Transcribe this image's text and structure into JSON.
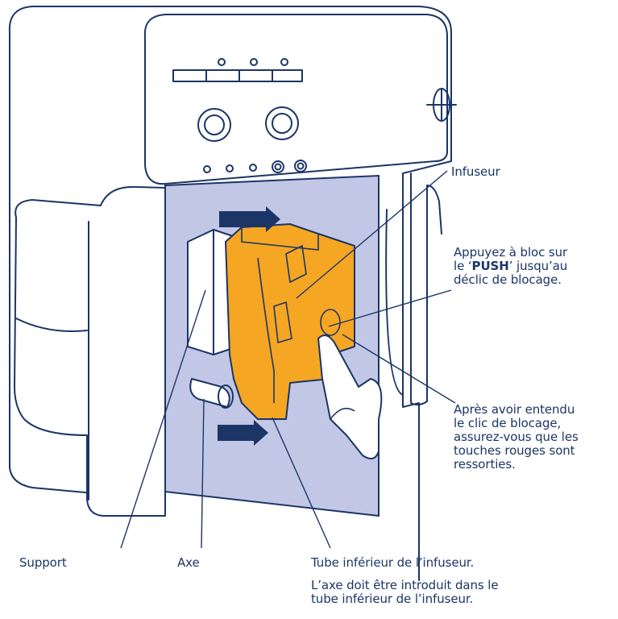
{
  "labels": {
    "infuseur": "Infuseur",
    "push_line1": "Appuyez à bloc sur",
    "push_line2_pre": "le ‘",
    "push_line2_bold": "PUSH",
    "push_line2_post": "’ jusqu’au",
    "push_line3": "déclic de blocage.",
    "click_lines": [
      "Après avoir entendu",
      "le clic de blocage,",
      "assurez-vous que les",
      "touches rouges sont",
      "ressorties."
    ],
    "support": "Support",
    "axe": "Axe",
    "tube": "Tube inférieur de l’infuseur.",
    "note_lines": [
      "L’axe doit être introduit dans le",
      "tube inférieur de l’infuseur."
    ]
  },
  "colors": {
    "line": "#1b3566",
    "panel": "#c3c7e6",
    "infuser": "#f5a623",
    "arrow": "#1b3566"
  }
}
